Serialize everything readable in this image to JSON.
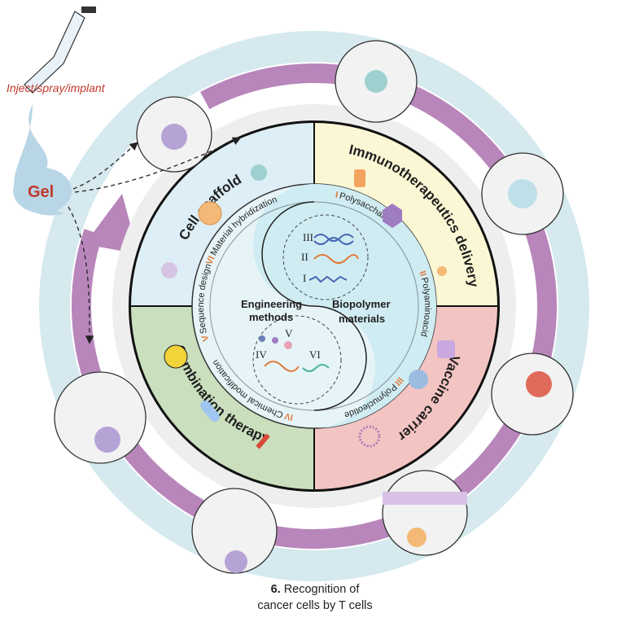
{
  "top_caption": "Inject/spray/implant",
  "gel_label": "Gel",
  "quadrants": {
    "cell_scaffold": "Cell scaffold",
    "immuno_delivery": "Immunotherapeutics delivery",
    "vaccine_carrier": "Vaccine carrier",
    "combination_therapy": "Combination therapy"
  },
  "center": {
    "engineering_line1": "Engineering",
    "engineering_line2": "methods",
    "biopolymer_line1": "Biopolymer",
    "biopolymer_line2": "materials"
  },
  "ring_labels": {
    "r1_num": "I",
    "r1_text": "Polysaccharide",
    "r2_num": "II",
    "r2_text": "Polyaminoacid",
    "r3_num": "III",
    "r3_text": "Polynucleotide",
    "r4_num": "IV",
    "r4_text": "Chemical modification",
    "r5_num": "V",
    "r5_text": "Sequence design",
    "r6_num": "VI",
    "r6_text": "Material hybridization"
  },
  "numerals": {
    "n1": "I",
    "n2": "II",
    "n3": "III",
    "n4": "IV",
    "n5": "V",
    "n6": "VI"
  },
  "bottom_caption": {
    "number": "6.",
    "line1": "Recognition of",
    "line2": "cancer cells by T cells"
  },
  "colors": {
    "outer_ring": "#d5e9ee",
    "purple_arrow": "#b886bb",
    "cell_scaffold_bg": "#ddeef6",
    "immuno_bg": "#fbf6d4",
    "vaccine_bg": "#f2c4c2",
    "combination_bg": "#c9dfbe",
    "inner_disc": "#e6f4f8",
    "orange_accent": "#e07b39",
    "gel_text": "#c0392b"
  }
}
